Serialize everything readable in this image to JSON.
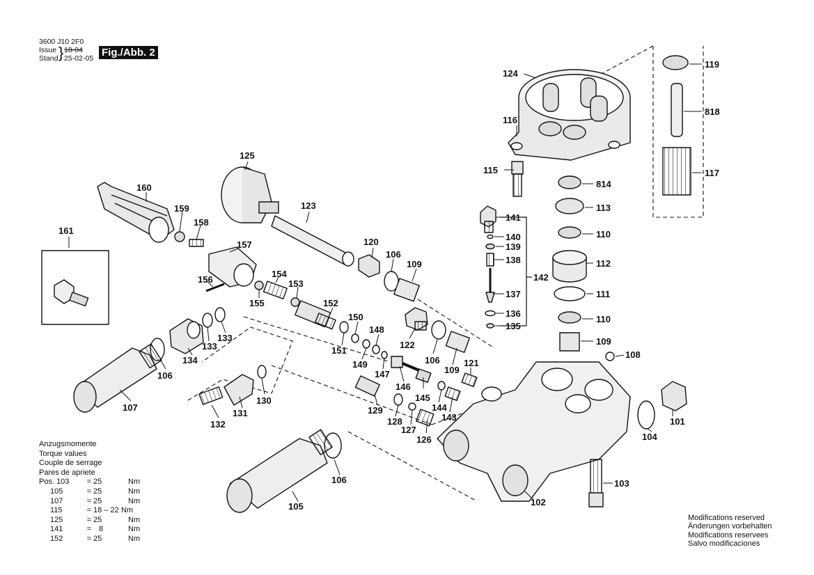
{
  "header": {
    "doc_number": "3600 J10 2F0",
    "issue_label": "Issue",
    "issue_value": "18-04",
    "stand_label": "Stand",
    "stand_value": "25-02-05",
    "figure": "Fig./Abb. 2"
  },
  "torque": {
    "titles": [
      "Anzugsmomente",
      "Torque values",
      "Couple de serrage",
      "Pares de apriete"
    ],
    "rows": [
      {
        "pos": "Pos. 103",
        "eq": "=",
        "val": "25",
        "unit": "Nm"
      },
      {
        "pos": "105",
        "eq": "=",
        "val": "25",
        "unit": "Nm"
      },
      {
        "pos": "107",
        "eq": "=",
        "val": "25",
        "unit": "Nm"
      },
      {
        "pos": "115",
        "eq": "=",
        "val": "18 – 22",
        "unit": "Nm"
      },
      {
        "pos": "125",
        "eq": "=",
        "val": "25",
        "unit": "Nm"
      },
      {
        "pos": "141",
        "eq": "=",
        "val": "8",
        "unit": "Nm"
      },
      {
        "pos": "152",
        "eq": "=",
        "val": "25",
        "unit": "Nm"
      }
    ]
  },
  "modifications": [
    "Modifications reserved",
    "Änderungen vorbehalten",
    "Modifications reservees",
    "Salvo modificaciones"
  ],
  "part_labels": {
    "p101": "101",
    "p102": "102",
    "p103": "103",
    "p104": "104",
    "p105": "105",
    "p106a": "106",
    "p106b": "106",
    "p106c": "106",
    "p106d": "106",
    "p107": "107",
    "p108": "108",
    "p109a": "109",
    "p109b": "109",
    "p109c": "109",
    "p110a": "110",
    "p110b": "110",
    "p111": "111",
    "p112": "112",
    "p113": "113",
    "p115": "115",
    "p116": "116",
    "p117": "117",
    "p119": "119",
    "p120": "120",
    "p121": "121",
    "p122": "122",
    "p123": "123",
    "p124": "124",
    "p125": "125",
    "p126": "126",
    "p127": "127",
    "p128": "128",
    "p129": "129",
    "p130": "130",
    "p131": "131",
    "p132": "132",
    "p133a": "133",
    "p133b": "133",
    "p134": "134",
    "p135": "135",
    "p136": "136",
    "p137": "137",
    "p138": "138",
    "p139": "139",
    "p140": "140",
    "p141": "141",
    "p142": "142",
    "p143": "143",
    "p144": "144",
    "p145": "145",
    "p146": "146",
    "p147": "147",
    "p148": "148",
    "p149": "149",
    "p150": "150",
    "p151": "151",
    "p152": "152",
    "p153": "153",
    "p154": "154",
    "p155": "155",
    "p156": "156",
    "p157": "157",
    "p158": "158",
    "p159": "159",
    "p160": "160",
    "p161": "161",
    "p814": "814",
    "p818": "818"
  }
}
